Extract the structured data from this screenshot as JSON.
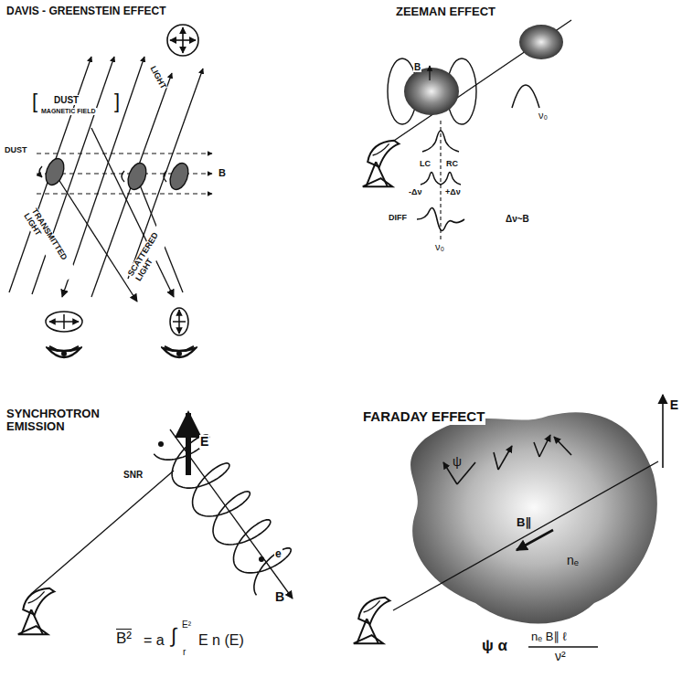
{
  "diagram": {
    "labels": [
      "DAVIS - GREENSTEIN EFFECT",
      "LIGHT",
      "[",
      "DUST",
      "MAGNETIC FIELD",
      "]",
      "DUST",
      "B",
      "TRANSMITTED LIGHT",
      "SCATTERED LIGHT",
      "ZEEMAN EFFECT",
      "B",
      "ν₀",
      "LC",
      "RC",
      "-Δν",
      "+Δν",
      "DIFF",
      "ν₀",
      "Δν~B",
      "SYNCHROTRON EMISSION",
      "E",
      "SNR",
      "e",
      "B",
      "B²",
      "= a",
      "∫",
      "E²",
      "r",
      "E n (E)",
      "FARADAY EFFECT",
      "E",
      "ψ",
      "B∥",
      "nₑ",
      "ψ α",
      "nₑ B∥ ℓ",
      "ν²"
    ]
  }
}
